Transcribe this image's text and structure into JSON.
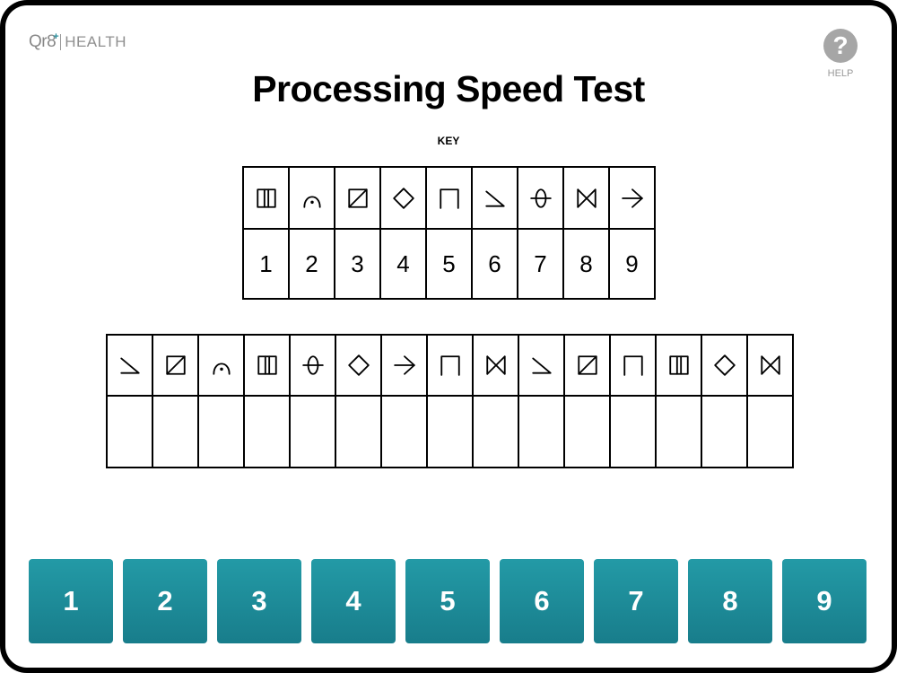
{
  "app": {
    "logo_mark": "Qr8",
    "logo_plus": "+",
    "logo_health": "HEALTH"
  },
  "help": {
    "glyph": "?",
    "label": "HELP"
  },
  "title": "Processing Speed Test",
  "key_label": "KEY",
  "key": {
    "symbols": [
      "split-box-icon",
      "arch-dot-icon",
      "slashed-box-icon",
      "diamond-icon",
      "open-gate-icon",
      "angle-icon",
      "theta-oval-icon",
      "bowtie-box-icon",
      "arrow-icon"
    ],
    "digits": [
      "1",
      "2",
      "3",
      "4",
      "5",
      "6",
      "7",
      "8",
      "9"
    ]
  },
  "test": {
    "symbols": [
      "angle-icon",
      "slashed-box-icon",
      "arch-dot-icon",
      "split-box-icon",
      "theta-oval-icon",
      "diamond-icon",
      "arrow-icon",
      "open-gate-icon",
      "bowtie-box-icon",
      "angle-icon",
      "slashed-box-icon",
      "open-gate-icon",
      "split-box-icon",
      "diamond-icon",
      "bowtie-box-icon"
    ],
    "answers": [
      "",
      "",
      "",
      "",
      "",
      "",
      "",
      "",
      "",
      "",
      "",
      "",
      "",
      "",
      ""
    ]
  },
  "keypad": [
    "1",
    "2",
    "3",
    "4",
    "5",
    "6",
    "7",
    "8",
    "9"
  ],
  "colors": {
    "accent": "#1e8c99",
    "help_gray": "#a6a6a6",
    "logo_plus": "#2a8f9c"
  }
}
